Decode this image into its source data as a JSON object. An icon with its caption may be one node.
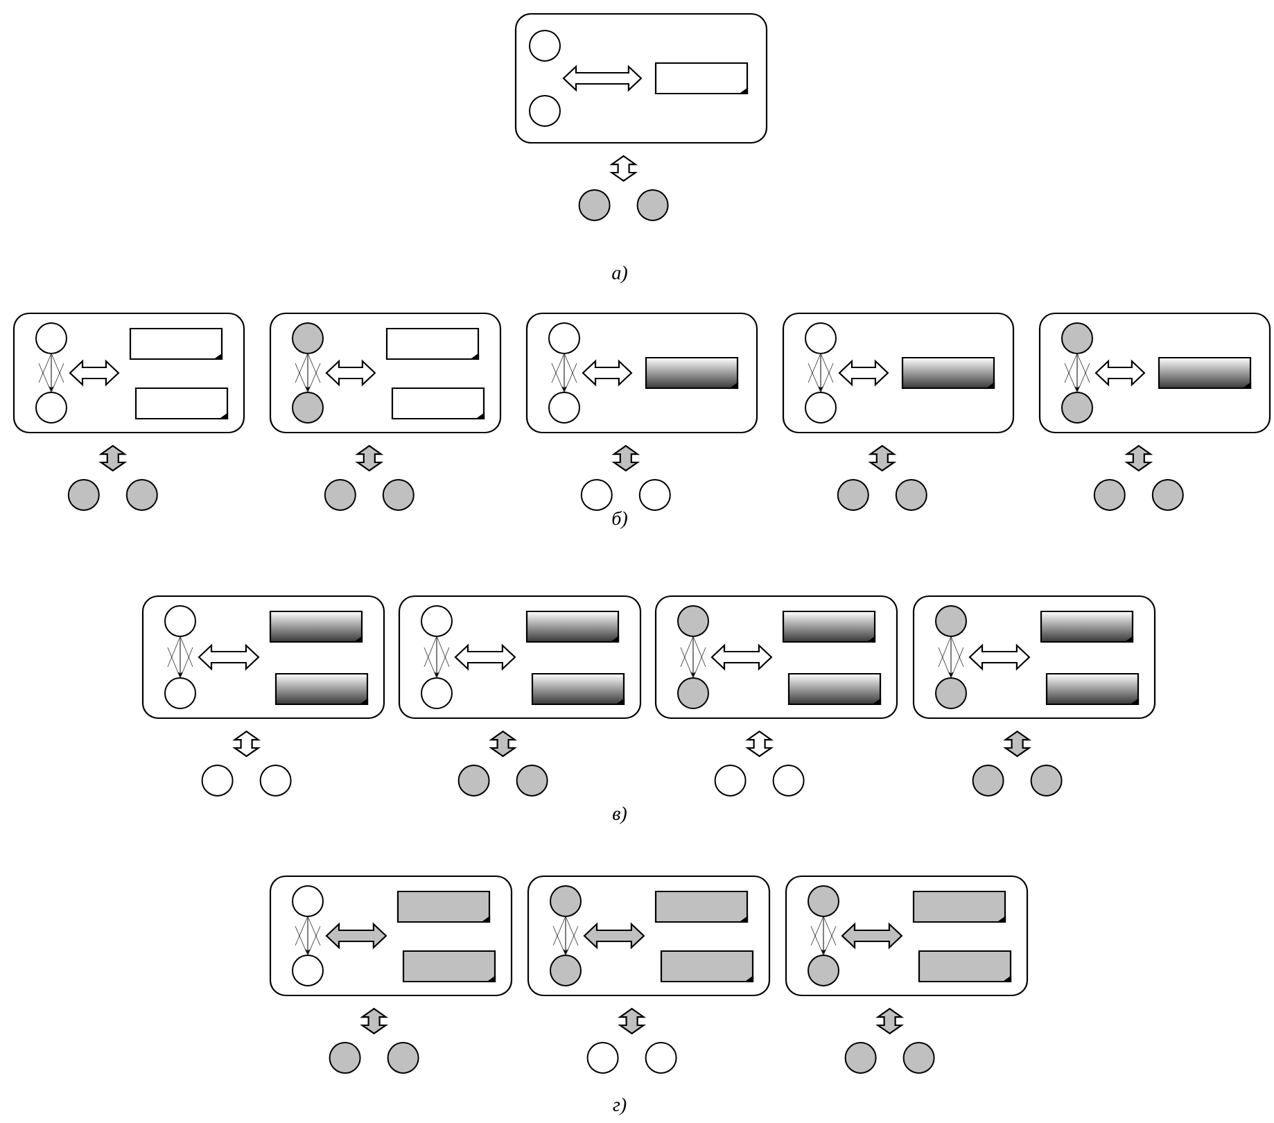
{
  "diagram": {
    "nodes": [
      {
        "text": [],
        "shape": "box"
      },
      {
        "text": [],
        "shape": "circle",
        "in": 0
      },
      {
        "text": [],
        "shape": "circle",
        "in": 0
      },
      {
        "text": [],
        "shape": "document",
        "in": 0
      },
      {
        "text": [],
        "shape": "circle"
      },
      {
        "text": [],
        "shape": "circle"
      },
      {
        "text": [],
        "shape": "box"
      },
      {
        "text": [],
        "shape": "circle",
        "in": 6
      },
      {
        "text": [],
        "shape": "circle",
        "in": 6
      },
      {
        "text": [],
        "shape": "document",
        "in": 6
      },
      {
        "text": [],
        "shape": "document",
        "in": 6
      },
      {
        "text": [],
        "shape": "circle"
      },
      {
        "text": [],
        "shape": "circle"
      },
      {
        "text": [],
        "shape": "box"
      },
      {
        "text": [],
        "shape": "circle",
        "in": 13
      },
      {
        "text": [],
        "shape": "circle",
        "in": 13
      },
      {
        "text": [],
        "shape": "document",
        "in": 13
      },
      {
        "text": [],
        "shape": "document",
        "in": 13
      },
      {
        "text": [],
        "shape": "circle"
      },
      {
        "text": [],
        "shape": "circle"
      },
      {
        "text": [],
        "shape": "box"
      },
      {
        "text": [],
        "shape": "circle",
        "in": 20
      },
      {
        "text": [],
        "shape": "circle",
        "in": 20
      },
      {
        "text": [],
        "shape": "document",
        "in": 20
      },
      {
        "text": [],
        "shape": "circle"
      },
      {
        "text": [],
        "shape": "circle"
      },
      {
        "text": [],
        "shape": "box"
      },
      {
        "text": [],
        "shape": "circle",
        "in": 26
      },
      {
        "text": [],
        "shape": "circle",
        "in": 26
      },
      {
        "text": [],
        "shape": "document",
        "in": 26
      },
      {
        "text": [],
        "shape": "circle"
      },
      {
        "text": [],
        "shape": "circle"
      },
      {
        "text": [],
        "shape": "box"
      },
      {
        "text": [],
        "shape": "circle",
        "in": 32
      },
      {
        "text": [],
        "shape": "circle",
        "in": 32
      },
      {
        "text": [],
        "shape": "document",
        "in": 32
      },
      {
        "text": [],
        "shape": "circle"
      },
      {
        "text": [],
        "shape": "circle"
      },
      {
        "text": [],
        "shape": "box"
      },
      {
        "text": [],
        "shape": "circle",
        "in": 38
      },
      {
        "text": [],
        "shape": "circle",
        "in": 38
      },
      {
        "text": [],
        "shape": "document",
        "in": 38
      },
      {
        "text": [],
        "shape": "document",
        "in": 38
      },
      {
        "text": [],
        "shape": "circle"
      },
      {
        "text": [],
        "shape": "circle"
      },
      {
        "text": [],
        "shape": "box"
      },
      {
        "text": [],
        "shape": "circle",
        "in": 45
      },
      {
        "text": [],
        "shape": "circle",
        "in": 45
      },
      {
        "text": [],
        "shape": "document",
        "in": 45
      },
      {
        "text": [],
        "shape": "document",
        "in": 45
      },
      {
        "text": [],
        "shape": "circle"
      },
      {
        "text": [],
        "shape": "circle"
      },
      {
        "text": [],
        "shape": "box"
      },
      {
        "text": [],
        "shape": "circle",
        "in": 52
      },
      {
        "text": [],
        "shape": "circle",
        "in": 52
      },
      {
        "text": [],
        "shape": "document",
        "in": 52
      },
      {
        "text": [],
        "shape": "document",
        "in": 52
      },
      {
        "text": [],
        "shape": "circle"
      },
      {
        "text": [],
        "shape": "circle"
      },
      {
        "text": [],
        "shape": "box"
      },
      {
        "text": [],
        "shape": "circle",
        "in": 59
      },
      {
        "text": [],
        "shape": "circle",
        "in": 59
      },
      {
        "text": [],
        "shape": "document",
        "in": 59
      },
      {
        "text": [],
        "shape": "document",
        "in": 59
      },
      {
        "text": [],
        "shape": "circle"
      },
      {
        "text": [],
        "shape": "circle"
      },
      {
        "text": [],
        "shape": "box"
      },
      {
        "text": [],
        "shape": "circle",
        "in": 66
      },
      {
        "text": [],
        "shape": "circle",
        "in": 66
      },
      {
        "text": [],
        "shape": "document",
        "in": 66
      },
      {
        "text": [],
        "shape": "document",
        "in": 66
      },
      {
        "text": [],
        "shape": "circle"
      },
      {
        "text": [],
        "shape": "circle"
      },
      {
        "text": [],
        "shape": "box"
      },
      {
        "text": [],
        "shape": "circle",
        "in": 73
      },
      {
        "text": [],
        "shape": "circle",
        "in": 73
      },
      {
        "text": [],
        "shape": "document",
        "in": 73
      },
      {
        "text": [],
        "shape": "document",
        "in": 73
      },
      {
        "text": [],
        "shape": "circle"
      },
      {
        "text": [],
        "shape": "circle"
      },
      {
        "text": [],
        "shape": "box"
      },
      {
        "text": [],
        "shape": "circle",
        "in": 80
      },
      {
        "text": [],
        "shape": "circle",
        "in": 80
      },
      {
        "text": [],
        "shape": "document",
        "in": 80
      },
      {
        "text": [],
        "shape": "document",
        "in": 80
      },
      {
        "text": [],
        "shape": "circle"
      },
      {
        "text": [],
        "shape": "circle"
      }
    ],
    "edges": [
      {
        "from": 1,
        "to": 3,
        "arrow": "both",
        "style": "thick"
      },
      {
        "from": 2,
        "to": 3,
        "arrow": "both",
        "style": "thick"
      },
      {
        "from": 0,
        "to": 4,
        "arrow": "both",
        "style": "thick"
      },
      {
        "from": 0,
        "to": 5,
        "arrow": "both",
        "style": "thick"
      },
      {
        "from": 7,
        "to": 8,
        "arrow": "to"
      },
      {
        "from": 7,
        "to": 9,
        "arrow": "both",
        "style": "thick"
      },
      {
        "from": 7,
        "to": 10,
        "arrow": "both",
        "style": "thick"
      },
      {
        "from": 8,
        "to": 9,
        "arrow": "both",
        "style": "thick"
      },
      {
        "from": 8,
        "to": 10,
        "arrow": "both",
        "style": "thick"
      },
      {
        "from": 6,
        "to": 11,
        "arrow": "both",
        "style": "thick",
        "color": "#c0c0c0"
      },
      {
        "from": 6,
        "to": 12,
        "arrow": "both",
        "style": "thick",
        "color": "#c0c0c0"
      },
      {
        "from": 14,
        "to": 15,
        "arrow": "to"
      },
      {
        "from": 14,
        "to": 16,
        "arrow": "both",
        "style": "thick"
      },
      {
        "from": 14,
        "to": 17,
        "arrow": "both",
        "style": "thick"
      },
      {
        "from": 15,
        "to": 16,
        "arrow": "both",
        "style": "thick"
      },
      {
        "from": 15,
        "to": 17,
        "arrow": "both",
        "style": "thick"
      },
      {
        "from": 13,
        "to": 18,
        "arrow": "both",
        "style": "thick",
        "color": "#c0c0c0"
      },
      {
        "from": 13,
        "to": 19,
        "arrow": "both",
        "style": "thick",
        "color": "#c0c0c0"
      },
      {
        "from": 21,
        "to": 22,
        "arrow": "to"
      },
      {
        "from": 21,
        "to": 23,
        "arrow": "both",
        "style": "thick"
      },
      {
        "from": 22,
        "to": 23,
        "arrow": "both",
        "style": "thick"
      },
      {
        "from": 20,
        "to": 24,
        "arrow": "both",
        "style": "thick",
        "color": "#c0c0c0"
      },
      {
        "from": 20,
        "to": 25,
        "arrow": "both",
        "style": "thick",
        "color": "#c0c0c0"
      },
      {
        "from": 27,
        "to": 28,
        "arrow": "to"
      },
      {
        "from": 27,
        "to": 29,
        "arrow": "both",
        "style": "thick"
      },
      {
        "from": 28,
        "to": 29,
        "arrow": "both",
        "style": "thick"
      },
      {
        "from": 26,
        "to": 30,
        "arrow": "both",
        "style": "thick",
        "color": "#c0c0c0"
      },
      {
        "from": 26,
        "to": 31,
        "arrow": "both",
        "style": "thick",
        "color": "#c0c0c0"
      },
      {
        "from": 33,
        "to": 34,
        "arrow": "to"
      },
      {
        "from": 33,
        "to": 35,
        "arrow": "both",
        "style": "thick"
      },
      {
        "from": 34,
        "to": 35,
        "arrow": "both",
        "style": "thick"
      },
      {
        "from": 32,
        "to": 36,
        "arrow": "both",
        "style": "thick",
        "color": "#c0c0c0"
      },
      {
        "from": 32,
        "to": 37,
        "arrow": "both",
        "style": "thick",
        "color": "#c0c0c0"
      },
      {
        "from": 39,
        "to": 40,
        "arrow": "to"
      },
      {
        "from": 39,
        "to": 41,
        "arrow": "both",
        "style": "thick"
      },
      {
        "from": 39,
        "to": 42,
        "arrow": "both",
        "style": "thick"
      },
      {
        "from": 40,
        "to": 41,
        "arrow": "both",
        "style": "thick"
      },
      {
        "from": 40,
        "to": 42,
        "arrow": "both",
        "style": "thick"
      },
      {
        "from": 38,
        "to": 43,
        "arrow": "both",
        "style": "thick"
      },
      {
        "from": 38,
        "to": 44,
        "arrow": "both",
        "style": "thick"
      },
      {
        "from": 46,
        "to": 47,
        "arrow": "to"
      },
      {
        "from": 46,
        "to": 48,
        "arrow": "both",
        "style": "thick"
      },
      {
        "from": 46,
        "to": 49,
        "arrow": "both",
        "style": "thick"
      },
      {
        "from": 47,
        "to": 48,
        "arrow": "both",
        "style": "thick"
      },
      {
        "from": 47,
        "to": 49,
        "arrow": "both",
        "style": "thick"
      },
      {
        "from": 45,
        "to": 50,
        "arrow": "both",
        "style": "thick",
        "color": "#c0c0c0"
      },
      {
        "from": 45,
        "to": 51,
        "arrow": "both",
        "style": "thick",
        "color": "#c0c0c0"
      },
      {
        "from": 53,
        "to": 54,
        "arrow": "to"
      },
      {
        "from": 53,
        "to": 55,
        "arrow": "both",
        "style": "thick"
      },
      {
        "from": 53,
        "to": 56,
        "arrow": "both",
        "style": "thick"
      },
      {
        "from": 54,
        "to": 55,
        "arrow": "both",
        "style": "thick"
      },
      {
        "from": 54,
        "to": 56,
        "arrow": "both",
        "style": "thick"
      },
      {
        "from": 52,
        "to": 57,
        "arrow": "both",
        "style": "thick"
      },
      {
        "from": 52,
        "to": 58,
        "arrow": "both",
        "style": "thick"
      },
      {
        "from": 60,
        "to": 61,
        "arrow": "to"
      },
      {
        "from": 60,
        "to": 62,
        "arrow": "both",
        "style": "thick"
      },
      {
        "from": 60,
        "to": 63,
        "arrow": "both",
        "style": "thick"
      },
      {
        "from": 61,
        "to": 62,
        "arrow": "both",
        "style": "thick"
      },
      {
        "from": 61,
        "to": 63,
        "arrow": "both",
        "style": "thick"
      },
      {
        "from": 59,
        "to": 64,
        "arrow": "both",
        "style": "thick",
        "color": "#c0c0c0"
      },
      {
        "from": 59,
        "to": 65,
        "arrow": "both",
        "style": "thick",
        "color": "#c0c0c0"
      },
      {
        "from": 67,
        "to": 68,
        "arrow": "to"
      },
      {
        "from": 67,
        "to": 69,
        "arrow": "both",
        "style": "thick",
        "color": "#c0c0c0"
      },
      {
        "from": 67,
        "to": 70,
        "arrow": "both",
        "style": "thick",
        "color": "#c0c0c0"
      },
      {
        "from": 68,
        "to": 69,
        "arrow": "both",
        "style": "thick",
        "color": "#c0c0c0"
      },
      {
        "from": 68,
        "to": 70,
        "arrow": "both",
        "style": "thick",
        "color": "#c0c0c0"
      },
      {
        "from": 66,
        "to": 71,
        "arrow": "both",
        "style": "thick",
        "color": "#c0c0c0"
      },
      {
        "from": 66,
        "to": 72,
        "arrow": "both",
        "style": "thick",
        "color": "#c0c0c0"
      },
      {
        "from": 74,
        "to": 75,
        "arrow": "to"
      },
      {
        "from": 74,
        "to": 76,
        "arrow": "both",
        "style": "thick",
        "color": "#c0c0c0"
      },
      {
        "from": 74,
        "to": 77,
        "arrow": "both",
        "style": "thick",
        "color": "#c0c0c0"
      },
      {
        "from": 75,
        "to": 76,
        "arrow": "both",
        "style": "thick",
        "color": "#c0c0c0"
      },
      {
        "from": 75,
        "to": 77,
        "arrow": "both",
        "style": "thick",
        "color": "#c0c0c0"
      },
      {
        "from": 73,
        "to": 78,
        "arrow": "both",
        "style": "thick",
        "color": "#c0c0c0"
      },
      {
        "from": 73,
        "to": 79,
        "arrow": "both",
        "style": "thick",
        "color": "#c0c0c0"
      },
      {
        "from": 81,
        "to": 82,
        "arrow": "to"
      },
      {
        "from": 81,
        "to": 83,
        "arrow": "both",
        "style": "thick",
        "color": "#c0c0c0"
      },
      {
        "from": 81,
        "to": 84,
        "arrow": "both",
        "style": "thick",
        "color": "#c0c0c0"
      },
      {
        "from": 82,
        "to": 83,
        "arrow": "both",
        "style": "thick",
        "color": "#c0c0c0"
      },
      {
        "from": 82,
        "to": 84,
        "arrow": "both",
        "style": "thick",
        "color": "#c0c0c0"
      },
      {
        "from": 80,
        "to": 85,
        "arrow": "both",
        "style": "thick",
        "color": "#c0c0c0"
      },
      {
        "from": 80,
        "to": 86,
        "arrow": "both",
        "style": "thick",
        "color": "#c0c0c0"
      }
    ],
    "labels": [
      "а)",
      "б)",
      "в)",
      "г)"
    ]
  }
}
